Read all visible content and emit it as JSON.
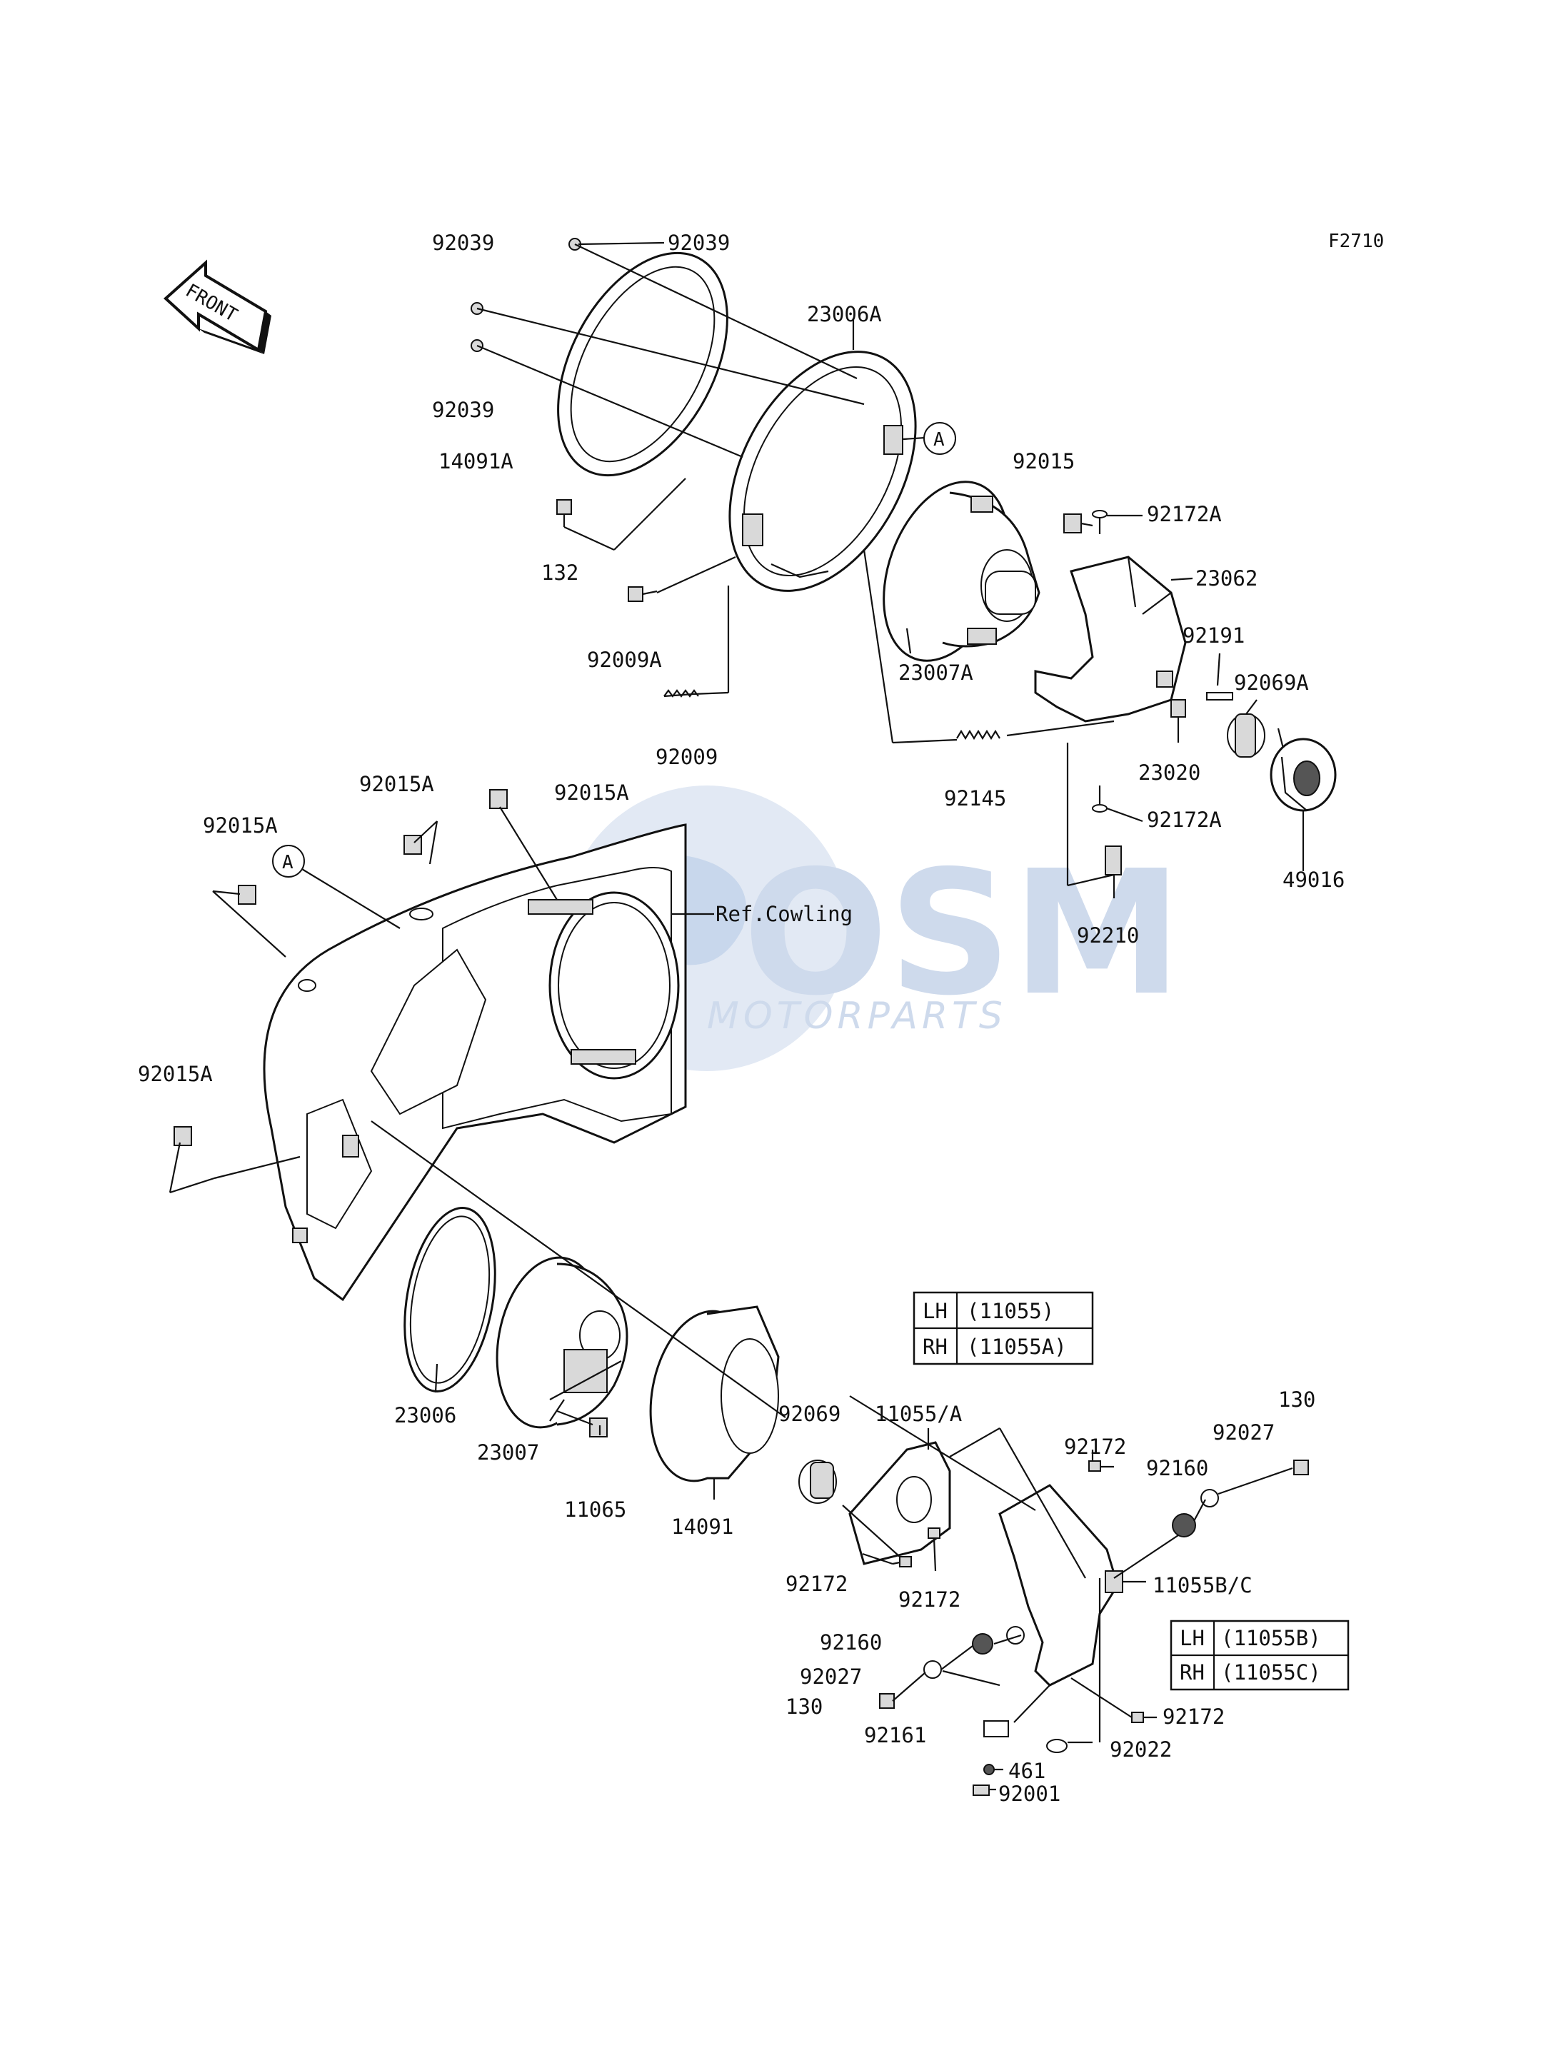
{
  "diagram": {
    "code": "F2710",
    "front_label": "FRONT",
    "ref_label": "Ref.Cowling",
    "callout": "A",
    "watermark": {
      "brand": "OSM",
      "sub": "MOTORPARTS"
    },
    "parts": {
      "p92039_a": "92039",
      "p92039_b": "92039",
      "p92039_c": "92039",
      "p23006A": "23006A",
      "p14091A": "14091A",
      "p132": "132",
      "p92009A": "92009A",
      "p92009": "92009",
      "p23007A": "23007A",
      "p92015": "92015",
      "p92172A_top": "92172A",
      "p23062": "23062",
      "p92191": "92191",
      "p92069A": "92069A",
      "p92145": "92145",
      "p23020": "23020",
      "p92172A_bot": "92172A",
      "p49016": "49016",
      "p92210": "92210",
      "p92015A_1": "92015A",
      "p92015A_2": "92015A",
      "p92015A_3": "92015A",
      "p92015A_4": "92015A",
      "p23006": "23006",
      "p23007": "23007",
      "p11065": "11065",
      "p14091": "14091",
      "p92069": "92069",
      "p11055A": "11055/A",
      "p92172_a": "92172",
      "p92172_b": "92172",
      "p92172_c": "92172",
      "p92172_d": "92172",
      "p92160_a": "92160",
      "p92160_b": "92160",
      "p92027_a": "92027",
      "p92027_b": "92027",
      "p130_a": "130",
      "p130_b": "130",
      "p11055BC": "11055B/C",
      "p92161": "92161",
      "p92022": "92022",
      "p461": "461",
      "p92001": "92001"
    },
    "table_top": {
      "rows": [
        {
          "side": "LH",
          "part": "(11055)"
        },
        {
          "side": "RH",
          "part": "(11055A)"
        }
      ]
    },
    "table_bottom": {
      "rows": [
        {
          "side": "LH",
          "part": "(11055B)"
        },
        {
          "side": "RH",
          "part": "(11055C)"
        }
      ]
    }
  }
}
